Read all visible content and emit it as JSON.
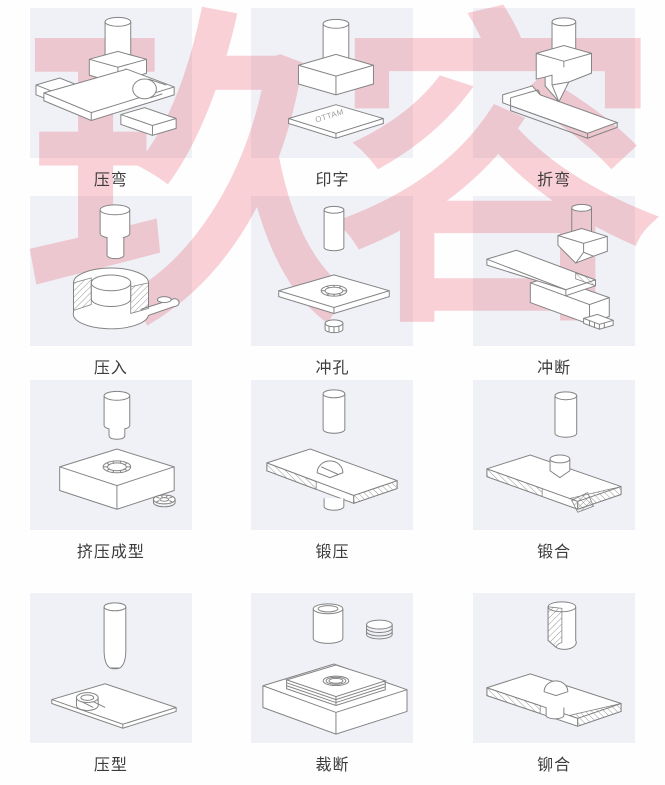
{
  "watermark": {
    "text": "玖容",
    "color": "#e8586e",
    "color_rgba": "rgba(232, 88, 110, 0.28)"
  },
  "cells": [
    {
      "label": "压弯",
      "name": "press-bending"
    },
    {
      "label": "印字",
      "name": "marking",
      "plate_text": "OTTAM"
    },
    {
      "label": "折弯",
      "name": "folding"
    },
    {
      "label": "压入",
      "name": "press-fitting"
    },
    {
      "label": "冲孔",
      "name": "hole-punching"
    },
    {
      "label": "冲断",
      "name": "punch-cutting"
    },
    {
      "label": "挤压成型",
      "name": "extrusion-forming"
    },
    {
      "label": "锻压",
      "name": "forge-pressing"
    },
    {
      "label": "锻合",
      "name": "forge-joining"
    },
    {
      "label": "压型",
      "name": "press-forming"
    },
    {
      "label": "裁断",
      "name": "blanking"
    },
    {
      "label": "铆合",
      "name": "riveting"
    }
  ]
}
